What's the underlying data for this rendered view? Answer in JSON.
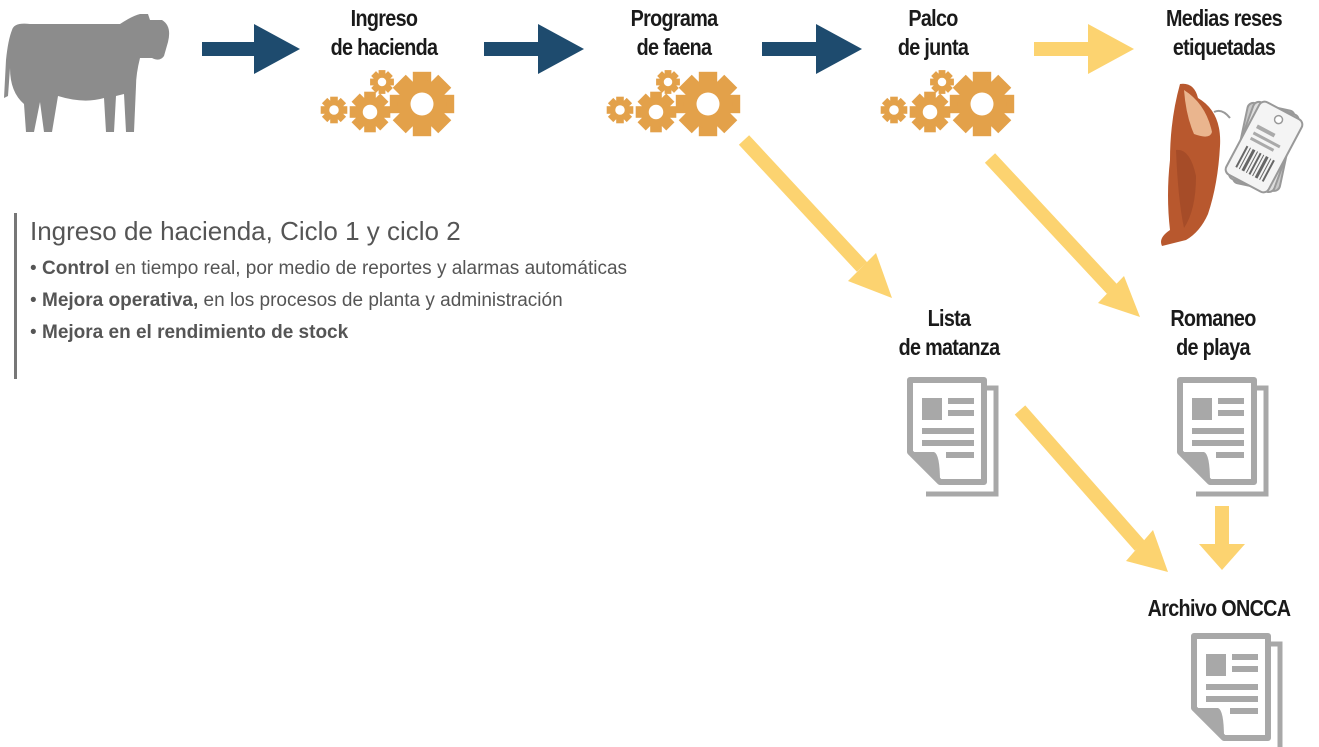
{
  "colors": {
    "blue_arrow": "#1e4b6e",
    "yellow_arrow": "#fcd370",
    "gear": "#e3a14a",
    "animal": "#8c8c8c",
    "document": "#a8a8a8",
    "meat": "#b8582e"
  },
  "icons": {
    "animal": "cow-icon",
    "process": "gears-icon",
    "output": "meat-carcass-tag-icon",
    "document": "document-icon"
  },
  "steps": {
    "ingreso": [
      "Ingreso",
      "de hacienda"
    ],
    "programa": [
      "Programa",
      "de faena"
    ],
    "palco": [
      "Palco",
      "de junta"
    ],
    "medias": [
      "Medias reses",
      "etiquetadas"
    ],
    "lista": [
      "Lista",
      "de matanza"
    ],
    "romaneo": [
      "Romaneo",
      "de playa"
    ],
    "archivo": [
      "Archivo ONCCA"
    ]
  },
  "info": {
    "title": "Ingreso de hacienda, Ciclo 1 y ciclo 2",
    "items": [
      {
        "bold": "Control",
        "text": " en tiempo real, por medio de reportes y alarmas automáticas"
      },
      {
        "bold": "Mejora operativa,",
        "text": " en los procesos de planta y administración"
      },
      {
        "bold": "Mejora en el rendimiento de stock",
        "text": ""
      }
    ]
  }
}
